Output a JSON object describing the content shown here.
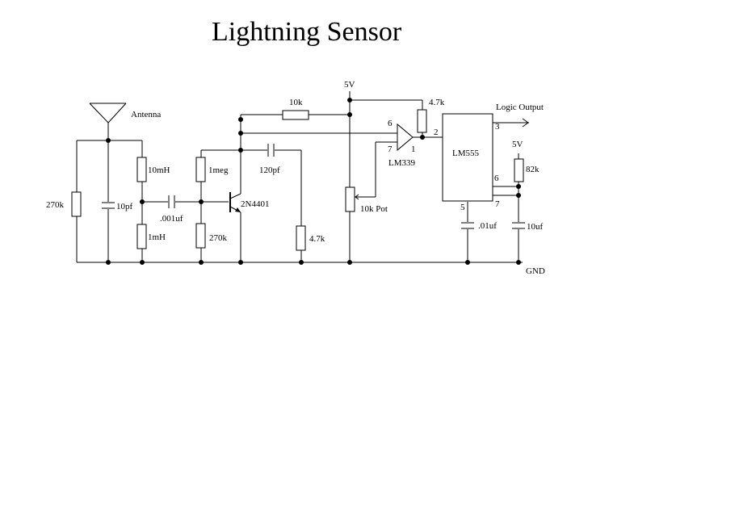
{
  "title": "Lightning Sensor",
  "labels": {
    "antenna": "Antenna",
    "r_270k_left": "270k",
    "c_10pf": "10pf",
    "l_10mh": "10mH",
    "l_1mh": "1mH",
    "c_001uf": ".001uf",
    "r_1meg": "1meg",
    "r_270k_base": "270k",
    "transistor": "2N4401",
    "r_10k": "10k",
    "c_120pf": "120pf",
    "r_4_7k_emitter": "4.7k",
    "supply_5v_top": "5V",
    "r_4_7k_pullup": "4.7k",
    "pot_10k": "10k Pot",
    "comparator": "LM339",
    "pin_comp_plus": "6",
    "pin_comp_minus": "7",
    "pin_comp_out": "1",
    "timer": "LM555",
    "pin_timer_trigger": "2",
    "pin_timer_out": "3",
    "pin_timer_6": "6",
    "pin_timer_7": "7",
    "pin_timer_5": "5",
    "logic_output": "Logic Output",
    "supply_5v_right": "5V",
    "r_82k": "82k",
    "c_01uf": ".01uf",
    "c_10uf": "10uf",
    "gnd": "GND"
  }
}
